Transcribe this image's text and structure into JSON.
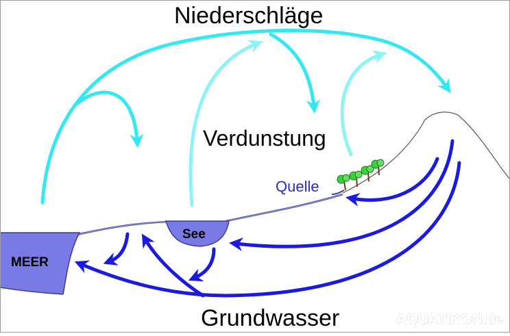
{
  "diagram": {
    "title": "Niederschläge",
    "evaporation_label": "Verdunstung",
    "spring_label": "Quelle",
    "lake_label": "See",
    "sea_label": "MEER",
    "groundwater_label": "Grundwasser",
    "watermark": "AQUATIKON.de"
  },
  "colors": {
    "precipitation": "#33e8f0",
    "evaporation": "#8ef2f6",
    "groundwater": "#1a1ae0",
    "water_body": "#7a7ae6",
    "terrain_line": "#555555"
  }
}
